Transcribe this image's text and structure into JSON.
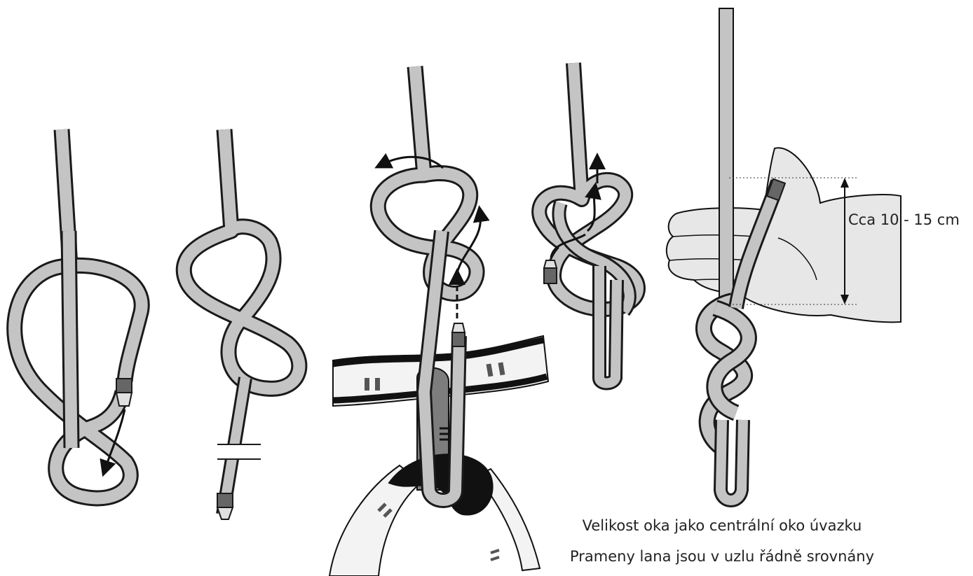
{
  "illustration": {
    "dimension_label": "Cca 10 - 15 cm",
    "caption_line1": "Velikost oka jako centrální oko úvazku",
    "caption_line2": "Prameny lana jsou v uzlu řádně srovnány"
  },
  "colors": {
    "rope_fill": "#c4c4c4",
    "rope_outline": "#1a1a1a",
    "rope_tip": "#666666",
    "harness_fill": "#f3f3f3",
    "harness_dark": "#111111",
    "belay_loop": "#7d7d7d",
    "hand_fill": "#e7e7e7",
    "arrow": "#111111"
  },
  "icons": [
    "curved-arrow-icon",
    "double-headed-arrow-icon"
  ]
}
